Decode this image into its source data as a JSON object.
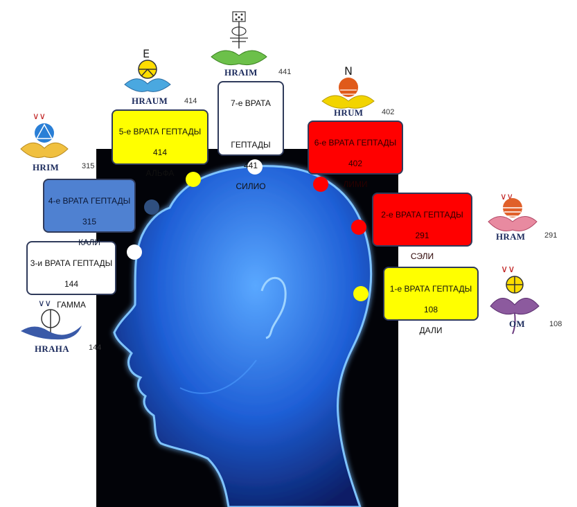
{
  "gates": [
    {
      "id": "g1",
      "lines": [
        "1-е ВРАТА ГЕПТАДЫ",
        "108",
        "ДАЛИ"
      ],
      "color": "yellow"
    },
    {
      "id": "g2",
      "lines": [
        "2-е ВРАТА ГЕПТАДЫ",
        "291",
        "СЭЛИ"
      ],
      "color": "red"
    },
    {
      "id": "g3",
      "lines": [
        "3-и ВРАТА ГЕПТАДЫ",
        "144",
        "ГАММА"
      ],
      "color": "white"
    },
    {
      "id": "g4",
      "lines": [
        "4-е ВРАТА ГЕПТАДЫ",
        "315",
        "КАЛИ"
      ],
      "color": "blue"
    },
    {
      "id": "g5",
      "lines": [
        "5-е ВРАТА ГЕПТАДЫ",
        "414",
        "АЛЬФА"
      ],
      "color": "yellow"
    },
    {
      "id": "g6",
      "lines": [
        "6-е ВРАТА ГЕПТАДЫ",
        "402",
        "ЛИМИ"
      ],
      "color": "red"
    },
    {
      "id": "g7",
      "lines": [
        "7-е ВРАТА",
        "",
        "ГЕПТАДЫ",
        "441",
        "СИЛИО"
      ],
      "color": "white"
    }
  ],
  "mantras": [
    {
      "id": "m-om",
      "label": "OM",
      "number": "108"
    },
    {
      "id": "m-hram",
      "label": "HRAM",
      "number": "291"
    },
    {
      "id": "m-hraha",
      "label": "HRAHA",
      "number": "144"
    },
    {
      "id": "m-hrim",
      "label": "HRIM",
      "number": "315"
    },
    {
      "id": "m-hraum",
      "label": "HRAUM",
      "number": "414"
    },
    {
      "id": "m-hrum",
      "label": "HRUM",
      "number": "402"
    },
    {
      "id": "m-hraim",
      "label": "HRAIM",
      "number": "441"
    }
  ],
  "colors": {
    "yellow": "#ffff00",
    "red": "#ff0000",
    "blue": "#4f81d1",
    "white": "#ffffff",
    "dot_dark": "#2f4f7f",
    "head_glow": "#3c8cff",
    "background": "#020308"
  },
  "symbols": {
    "m-om": "lotus-sphere-icon",
    "m-hram": "lotus-sun-icon",
    "m-hraha": "wave-circle-icon",
    "m-hrim": "lotus-triangle-icon",
    "m-hraum": "lotus-e-icon",
    "m-hrum": "lotus-n-icon",
    "m-hraim": "lotus-stem-icon"
  }
}
